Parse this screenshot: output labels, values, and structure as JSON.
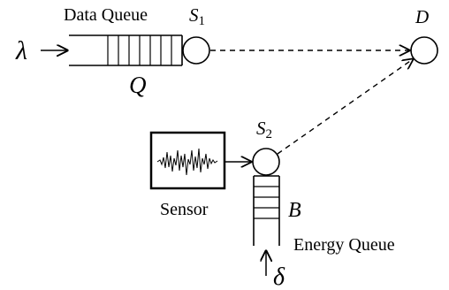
{
  "labels": {
    "data_queue": "Data Queue",
    "energy_queue": "Energy Queue",
    "sensor": "Sensor",
    "lambda": "λ",
    "delta": "δ",
    "Q": "Q",
    "B": "B",
    "S1_main": "S",
    "S1_sub": "1",
    "S2_main": "S",
    "S2_sub": "2",
    "D": "D"
  }
}
